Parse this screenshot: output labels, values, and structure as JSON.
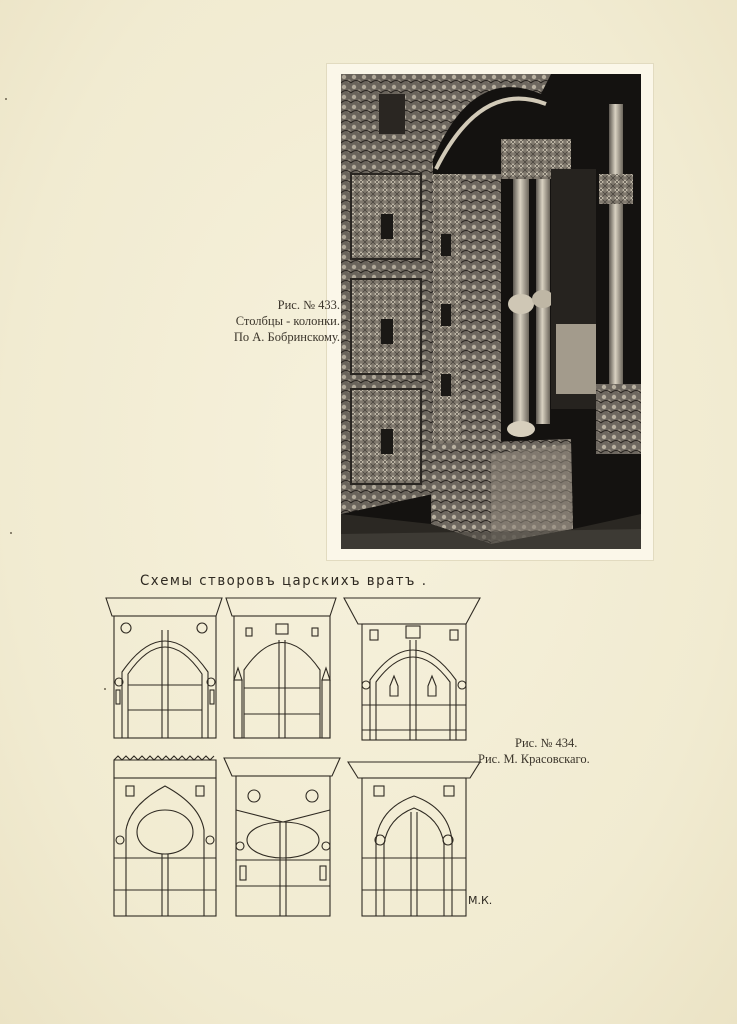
{
  "figure_433": {
    "number": "Рис. № 433.",
    "title": "Столбцы - колонки.",
    "source": "По А. Бобринскому."
  },
  "schemes": {
    "title": "Схемы створовъ царскихъ вратъ ."
  },
  "figure_434": {
    "number": "Рис. № 434.",
    "source": "Рис. М. Красовскаго."
  },
  "signature": "М.К.",
  "colors": {
    "paper": "#f3eed6",
    "ink": "#3a3328",
    "photo_dark": "#151311"
  }
}
